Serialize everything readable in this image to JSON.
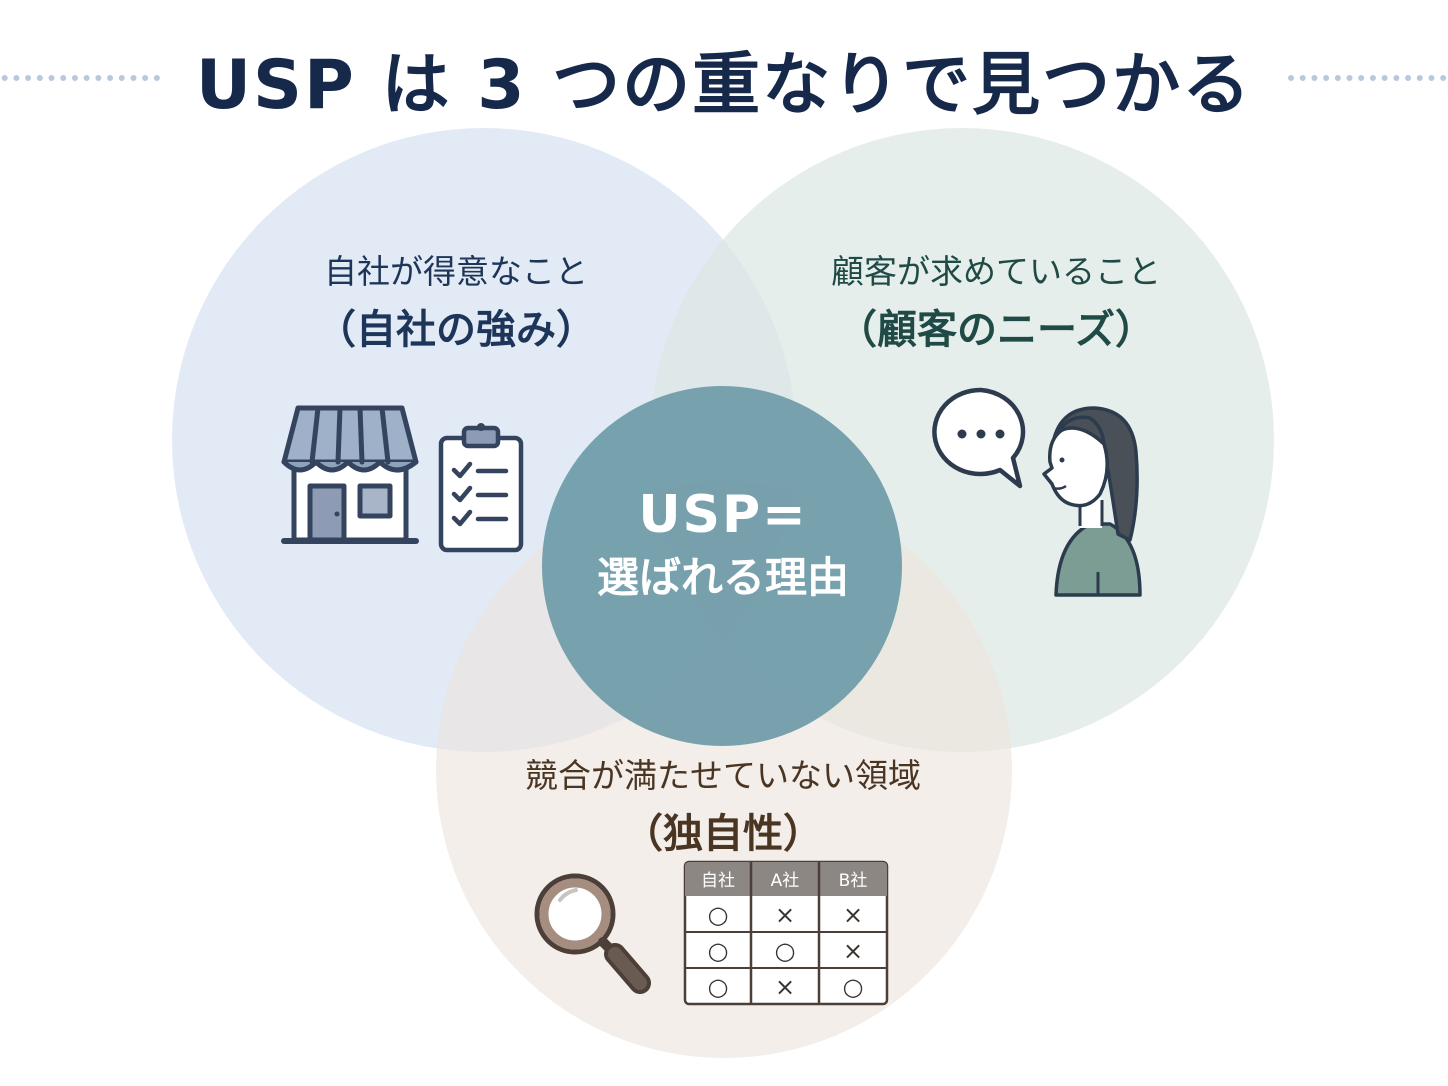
{
  "title": "USP は 3 つの重なりで見つかる",
  "circles": {
    "strength": {
      "label": "自社が得意なこと",
      "category": "（自社の強み）",
      "color": "#dde8f6",
      "icons": [
        "store-icon",
        "checklist-icon"
      ]
    },
    "needs": {
      "label": "顧客が求めていること",
      "category": "（顧客のニーズ）",
      "color": "#e3ede9",
      "icons": [
        "speech-bubble-icon",
        "customer-icon"
      ]
    },
    "uniqueness": {
      "label": "競合が満たせていない領域",
      "category": "（独自性）",
      "color": "#efe9e3",
      "icons": [
        "magnifier-icon",
        "comparison-table-icon"
      ]
    }
  },
  "center": {
    "line1": "USP=",
    "line2": "選ばれる理由",
    "color": "#6e9ba8"
  },
  "comparison_table": {
    "headers": [
      "自社",
      "A社",
      "B社"
    ],
    "rows": [
      [
        "○",
        "×",
        "×"
      ],
      [
        "○",
        "○",
        "×"
      ],
      [
        "○",
        "×",
        "○"
      ]
    ]
  }
}
